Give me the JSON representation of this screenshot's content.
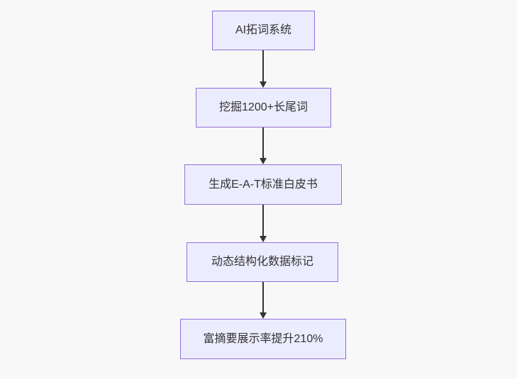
{
  "diagram": {
    "type": "flowchart-top-down",
    "background_color": "#f8f8f8",
    "node_fill_color": "#ECECFF",
    "node_border_color": "#9370DB",
    "arrow_color": "#333333",
    "text_color": "#333333",
    "nodes": [
      {
        "id": "node-1",
        "label": "AI拓词系统"
      },
      {
        "id": "node-2",
        "label": "挖掘1200+长尾词"
      },
      {
        "id": "node-3",
        "label": "生成E-A-T标准白皮书"
      },
      {
        "id": "node-4",
        "label": "动态结构化数据标记"
      },
      {
        "id": "node-5",
        "label": "富摘要展示率提升210%"
      }
    ],
    "edges": [
      {
        "from": "node-1",
        "to": "node-2"
      },
      {
        "from": "node-2",
        "to": "node-3"
      },
      {
        "from": "node-3",
        "to": "node-4"
      },
      {
        "from": "node-4",
        "to": "node-5"
      }
    ]
  }
}
